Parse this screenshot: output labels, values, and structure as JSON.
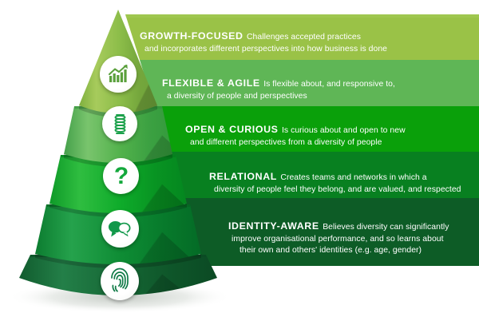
{
  "infographic": {
    "title_alt": "Inclusive leadership cone",
    "background": "#ffffff"
  },
  "levels": [
    {
      "id": "growth-focused",
      "title": "GROWTH-FOCUSED",
      "body_lines": [
        "Challenges accepted practices",
        "and incorporates different perspectives into how business is done"
      ],
      "band_color": "#9ac247",
      "band_color_dark": "#8fba3e",
      "cone_color_light": "#a7cb5c",
      "cone_color_mid": "#8cbd49",
      "cone_color_dark": "#6ea33a",
      "icon": "growth-chart-icon",
      "icon_color": "#5aa03c"
    },
    {
      "id": "flexible-agile",
      "title": "FLEXIBLE & AGILE",
      "body_lines": [
        "Is flexible about, and responsive to,",
        "a diversity of people and perspectives"
      ],
      "band_color": "#5fb656",
      "band_color_dark": "#52ad49",
      "cone_color_light": "#74c169",
      "cone_color_mid": "#53b24c",
      "cone_color_dark": "#349a3c",
      "icon": "spring-coil-icon",
      "icon_color": "#1aa04a"
    },
    {
      "id": "open-curious",
      "title": "OPEN & CURIOUS",
      "body_lines": [
        "Is curious about and open to new",
        "and different perspectives from a diversity of people"
      ],
      "band_color": "#0aa00a",
      "band_color_dark": "#069406",
      "cone_color_light": "#2cb93c",
      "cone_color_mid": "#0eab2a",
      "cone_color_dark": "#04871f",
      "icon": "question-mark-icon",
      "icon_color": "#14a83c"
    },
    {
      "id": "relational",
      "title": "RELATIONAL",
      "body_lines": [
        "Creates teams and networks in which a",
        "diversity of people feel they belong, and are valued, and respected"
      ],
      "band_color": "#088020",
      "band_color_dark": "#06731c",
      "cone_color_light": "#22a04a",
      "cone_color_mid": "#0e8c34",
      "cone_color_dark": "#046b26",
      "icon": "speech-bubbles-icon",
      "icon_color": "#11984a"
    },
    {
      "id": "identity-aware",
      "title": "IDENTITY-AWARE",
      "body_lines": [
        "Believes diversity can significantly",
        "improve organisational performance, and so learns about",
        "their own and others' identities (e.g. age, gender)"
      ],
      "band_color": "#0d5c26",
      "band_color_dark": "#0a5120",
      "cone_color_light": "#1f7a44",
      "cone_color_mid": "#156634",
      "cone_color_dark": "#0b4a24",
      "icon": "fingerprint-icon",
      "icon_color": "#0f7a46"
    }
  ]
}
